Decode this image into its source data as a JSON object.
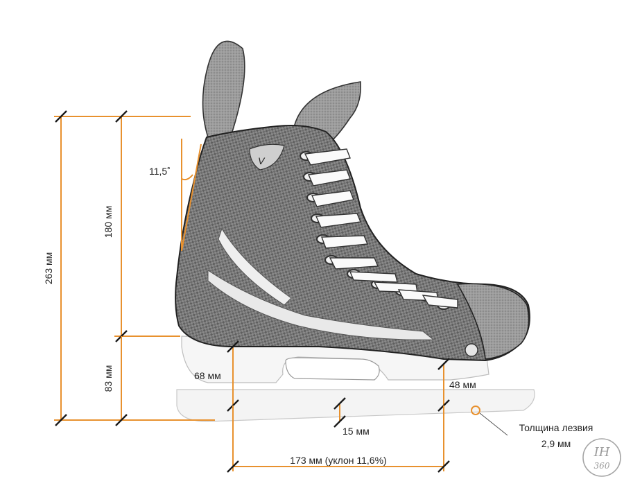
{
  "colors": {
    "dimension": "#e8912e",
    "ink": "#1a1a1a",
    "text": "#222222",
    "watermark": "#9a9a9a"
  },
  "labels": {
    "total_height": "263 мм",
    "boot_height": "180 мм",
    "holder_height": "83 мм",
    "angle": "11,5˚",
    "heel_holder": "68 мм",
    "toe_holder": "48 мм",
    "blade_depth": "15 мм",
    "blade_length": "173 мм (уклон 11,6%)",
    "blade_thickness_line1": "Толщина лезвия",
    "blade_thickness_line2": "2,9 мм"
  },
  "watermark": {
    "line1": "IH",
    "line2": "360"
  }
}
